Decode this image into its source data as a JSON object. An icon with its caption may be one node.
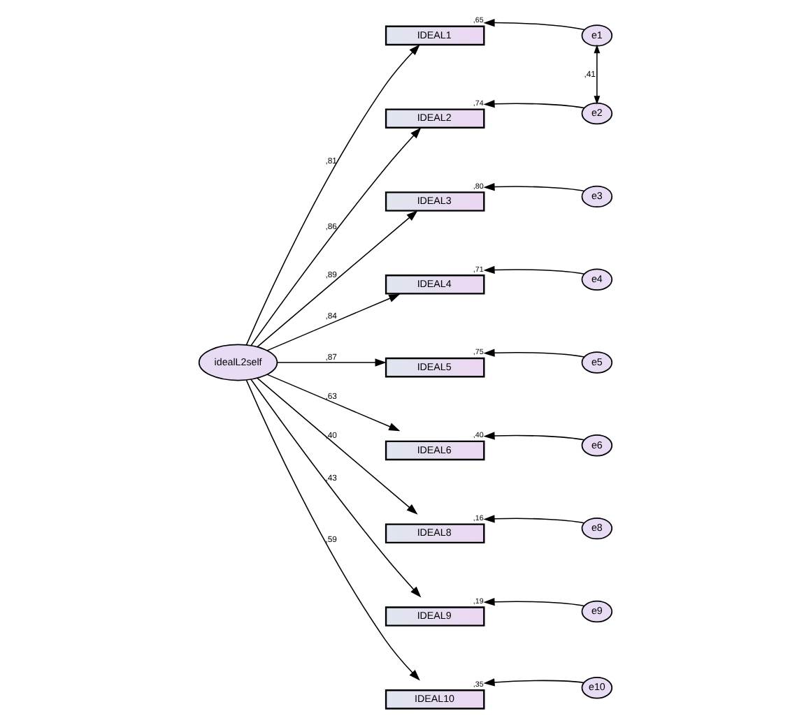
{
  "diagram": {
    "nodes": [
      {
        "text": [
          "idealL2self"
        ]
      },
      {
        "text": [
          "IDEAL1"
        ],
        "beside": [
          ",65"
        ]
      },
      {
        "text": [
          "IDEAL2"
        ],
        "beside": [
          ",74"
        ]
      },
      {
        "text": [
          "IDEAL3"
        ],
        "beside": [
          ",80"
        ]
      },
      {
        "text": [
          "IDEAL4"
        ],
        "beside": [
          ",71"
        ]
      },
      {
        "text": [
          "IDEAL5"
        ],
        "beside": [
          ",75"
        ]
      },
      {
        "text": [
          "IDEAL6"
        ],
        "beside": [
          ",40"
        ]
      },
      {
        "text": [
          "IDEAL8"
        ],
        "beside": [
          ",16"
        ]
      },
      {
        "text": [
          "IDEAL9"
        ],
        "beside": [
          ",19"
        ]
      },
      {
        "text": [
          "IDEAL10"
        ],
        "beside": [
          ",35"
        ]
      },
      {
        "text": [
          "e1"
        ]
      },
      {
        "text": [
          "e2"
        ]
      },
      {
        "text": [
          "e3"
        ]
      },
      {
        "text": [
          "e4"
        ]
      },
      {
        "text": [
          "e5"
        ]
      },
      {
        "text": [
          "e6"
        ]
      },
      {
        "text": [
          "e8"
        ]
      },
      {
        "text": [
          "e9"
        ]
      },
      {
        "text": [
          "e10"
        ]
      }
    ],
    "edges": [
      {
        "from": 0,
        "to": 1,
        "arrow": "to",
        "label": ",81"
      },
      {
        "from": 0,
        "to": 2,
        "arrow": "to",
        "label": ",86"
      },
      {
        "from": 0,
        "to": 3,
        "arrow": "to",
        "label": ",89"
      },
      {
        "from": 0,
        "to": 4,
        "arrow": "to",
        "label": ",84"
      },
      {
        "from": 0,
        "to": 5,
        "arrow": "to",
        "label": ",87"
      },
      {
        "from": 0,
        "to": 6,
        "arrow": "to",
        "label": ",63"
      },
      {
        "from": 0,
        "to": 7,
        "arrow": "to",
        "label": ",40"
      },
      {
        "from": 0,
        "to": 8,
        "arrow": "to",
        "label": ",43"
      },
      {
        "from": 0,
        "to": 9,
        "arrow": "to",
        "label": ",59"
      },
      {
        "from": 10,
        "to": 1,
        "arrow": "to"
      },
      {
        "from": 11,
        "to": 2,
        "arrow": "to"
      },
      {
        "from": 12,
        "to": 3,
        "arrow": "to"
      },
      {
        "from": 13,
        "to": 4,
        "arrow": "to"
      },
      {
        "from": 14,
        "to": 5,
        "arrow": "to"
      },
      {
        "from": 15,
        "to": 6,
        "arrow": "to"
      },
      {
        "from": 16,
        "to": 7,
        "arrow": "to"
      },
      {
        "from": 17,
        "to": 8,
        "arrow": "to"
      },
      {
        "from": 18,
        "to": 9,
        "arrow": "to"
      },
      {
        "from": 10,
        "to": 11,
        "arrow": "both",
        "label": ",41"
      }
    ]
  }
}
